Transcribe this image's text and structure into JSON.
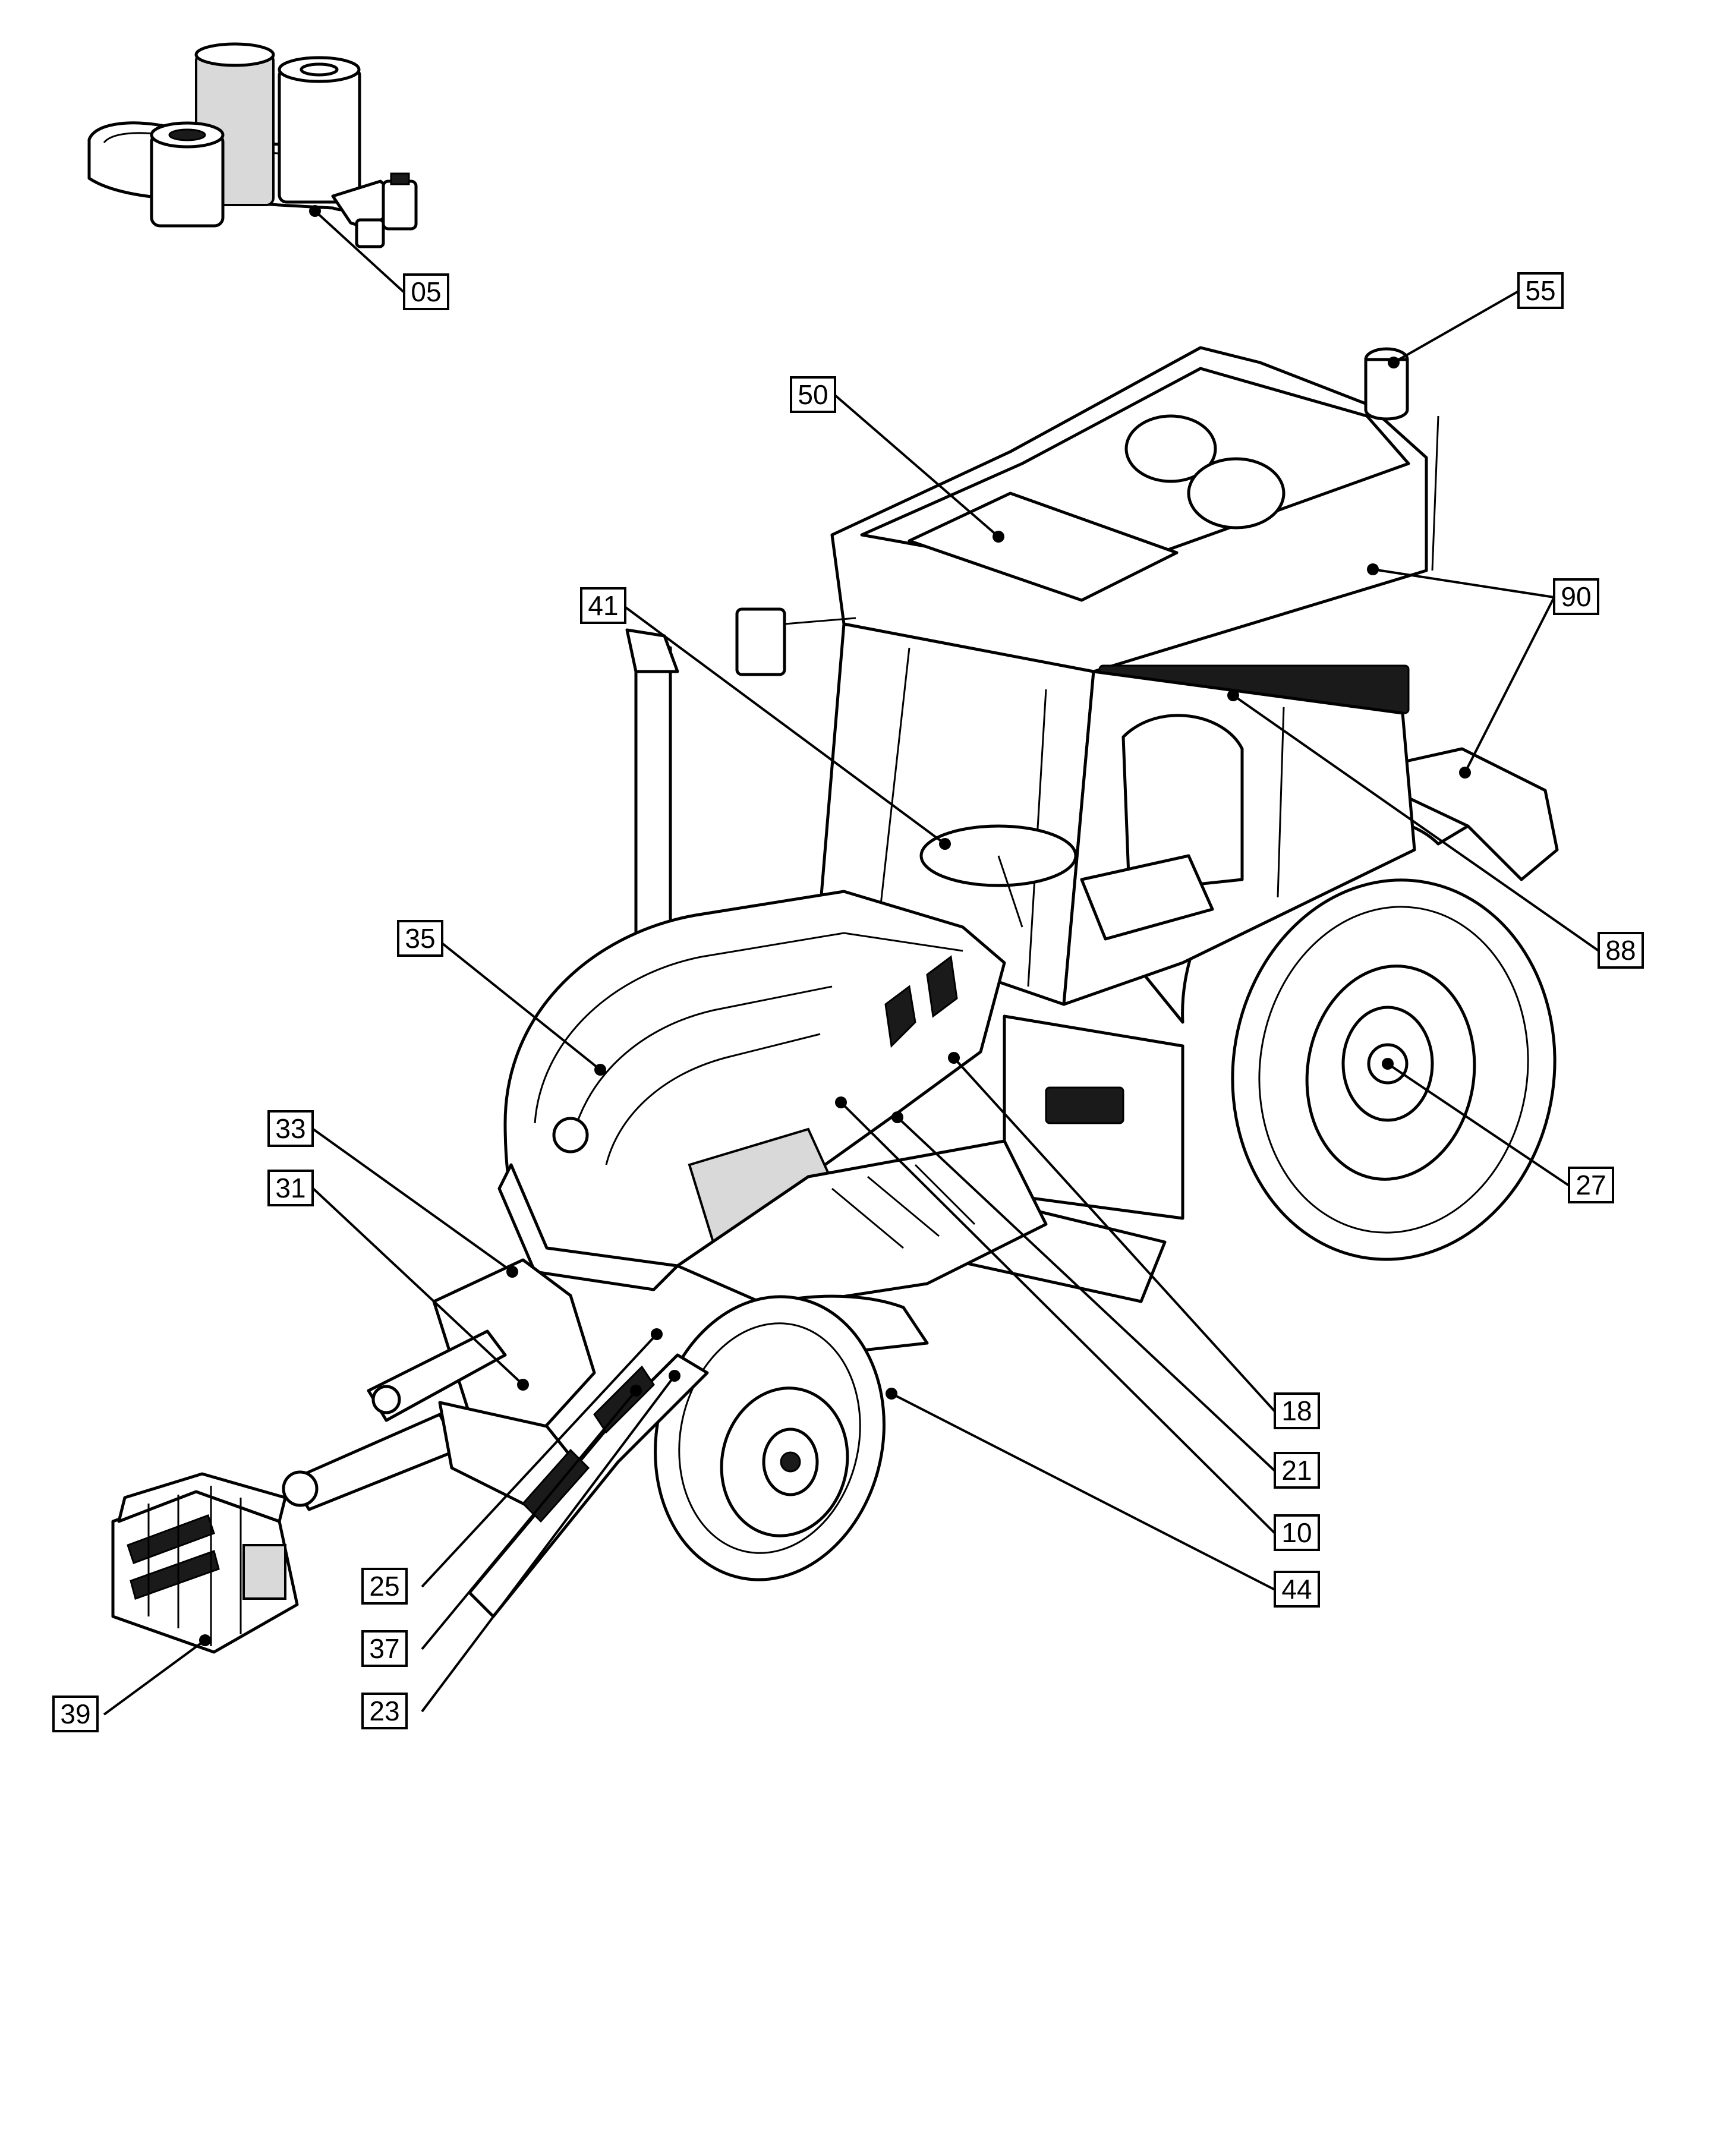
{
  "callouts": [
    {
      "id": "05",
      "label": "05"
    },
    {
      "id": "55",
      "label": "55"
    },
    {
      "id": "50",
      "label": "50"
    },
    {
      "id": "41",
      "label": "41"
    },
    {
      "id": "90",
      "label": "90"
    },
    {
      "id": "88",
      "label": "88"
    },
    {
      "id": "35",
      "label": "35"
    },
    {
      "id": "27",
      "label": "27"
    },
    {
      "id": "33",
      "label": "33"
    },
    {
      "id": "31",
      "label": "31"
    },
    {
      "id": "18",
      "label": "18"
    },
    {
      "id": "21",
      "label": "21"
    },
    {
      "id": "10",
      "label": "10"
    },
    {
      "id": "44",
      "label": "44"
    },
    {
      "id": "25",
      "label": "25"
    },
    {
      "id": "37",
      "label": "37"
    },
    {
      "id": "23",
      "label": "23"
    },
    {
      "id": "39",
      "label": "39"
    }
  ]
}
